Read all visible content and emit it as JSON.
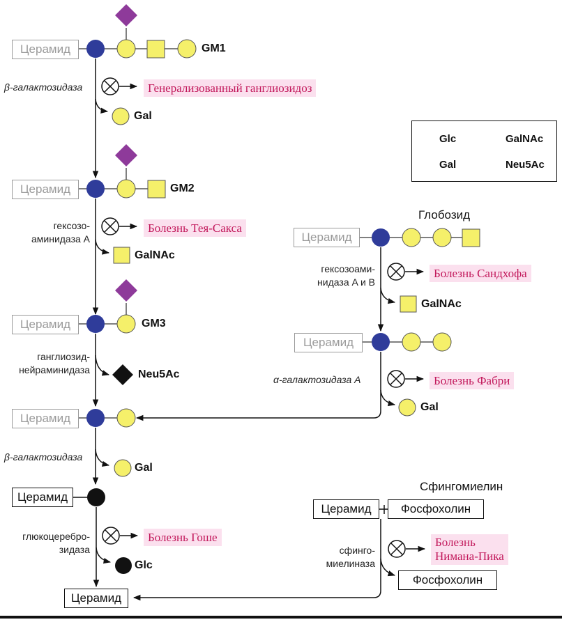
{
  "ceramide_label": "Церамид",
  "pathway_left": {
    "gm1_label": "GM1",
    "gm2_label": "GM2",
    "gm3_label": "GM3",
    "enzyme_1": "β-галактозидаза",
    "disease_1": "Генерализованный ганглиозидоз",
    "product_1": "Gal",
    "enzyme_2_lines": [
      "гексозо-",
      "аминидаза A"
    ],
    "disease_2": "Болезнь Тея-Сакса",
    "product_2": "GalNAc",
    "enzyme_3_lines": [
      "ганглиозид-",
      "нейраминидаза"
    ],
    "product_3": "Neu5Ac",
    "enzyme_4": "β-галактозидаза",
    "product_4": "Gal",
    "enzyme_5_lines": [
      "глюкоцеребро-",
      "зидаза"
    ],
    "disease_5": "Болезнь Гоше",
    "product_5": "Glc"
  },
  "pathway_right": {
    "globoside_title": "Глобозид",
    "enzyme_1_lines": [
      "гексозоами-",
      "нидаза A и B"
    ],
    "disease_1": "Болезнь Сандхофа",
    "product_1": "GalNAc",
    "enzyme_2": "α-галактозидаза A",
    "disease_2": "Болезнь Фабри",
    "product_2": "Gal"
  },
  "sphingomyelin": {
    "title": "Сфингомиелин",
    "phosphocholine": "Фосфохолин",
    "enzyme_lines": [
      "сфинго-",
      "миелиназа"
    ],
    "disease_lines": [
      "Болезнь",
      "Нимана-Пика"
    ],
    "product": "Фосфохолин"
  },
  "legend": {
    "glc": "Glc",
    "gal": "Gal",
    "galnac": "GalNAc",
    "neu5ac": "Neu5Ac"
  },
  "colors": {
    "glc_blue": "#2f3c9a",
    "gal_yellow": "#f5f06a",
    "neu5ac_purple": "#8e3a9a",
    "glc_legend_black": "#111111",
    "disease_bg": "#fbe0ee",
    "disease_text": "#c2185b"
  }
}
